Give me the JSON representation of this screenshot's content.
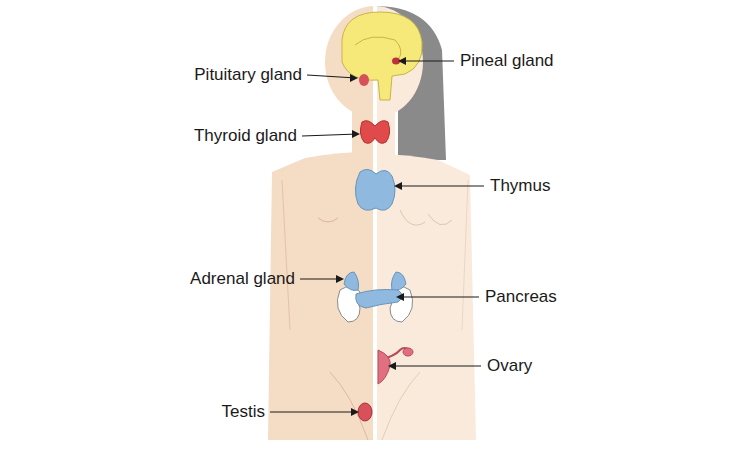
{
  "diagram": {
    "labels": [
      "Pituitary gland",
      "Pineal gland",
      "Thyroid gland",
      "Thymus",
      "Adrenal gland",
      "Pancreas",
      "Ovary",
      "Testis"
    ]
  }
}
